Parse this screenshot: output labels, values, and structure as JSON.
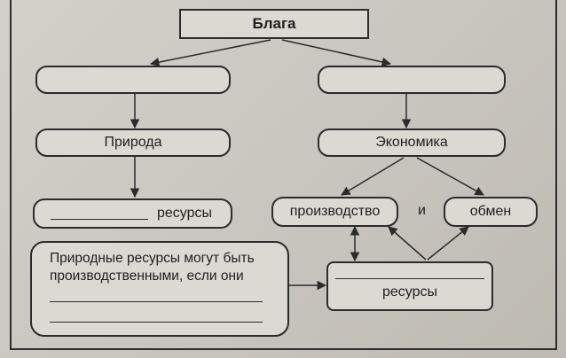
{
  "title": "Блага",
  "nature_label": "Природа",
  "economy_label": "Экономика",
  "resources_suffix": "ресурсы",
  "production_label": "производство",
  "and_label": "и",
  "exchange_label": "обмен",
  "statement_line1": "Природные ресурсы могут быть",
  "statement_line2": "производственными, если они",
  "bottom_resources_label": "ресурсы"
}
